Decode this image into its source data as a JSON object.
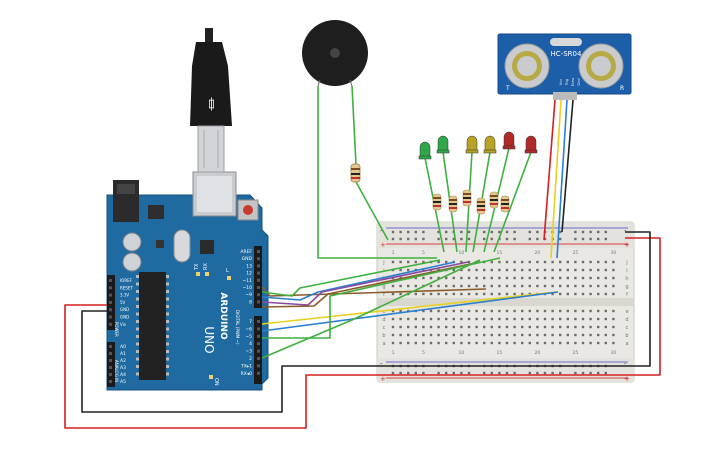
{
  "sensor": {
    "model": "HC-SR04",
    "corner_left": "T",
    "corner_right": "R",
    "pins": [
      "Vcc",
      "Trig",
      "Echo",
      "Gnd"
    ]
  },
  "arduino": {
    "brand": "ARDUINO",
    "model": "UNO",
    "on_label": "ON",
    "tx_label": "TX",
    "rx_label": "RX",
    "l_label": "L",
    "power_header": "POWER",
    "analog_header": "ANALOG IN",
    "digital_header": "DIGITAL (PWM ~)",
    "power_pins": [
      "IOREF",
      "RESET",
      "3.3V",
      "5V",
      "GND",
      "GND",
      "Vin"
    ],
    "analog_pins": [
      "A0",
      "A1",
      "A2",
      "A3",
      "A4",
      "A5"
    ],
    "digital_pins_top": [
      "AREF",
      "GND",
      "13",
      "12",
      "~11",
      "~10",
      "~9",
      "8"
    ],
    "digital_pins_bottom": [
      "7",
      "~6",
      "~5",
      "4",
      "~3",
      "2",
      "TX▸1",
      "RX◂0"
    ]
  },
  "breadboard": {
    "rail_plus": "+",
    "rail_minus": "-",
    "row_letters_top": [
      "j",
      "i",
      "h",
      "g",
      "f"
    ],
    "row_letters_bottom": [
      "e",
      "d",
      "c",
      "b",
      "a"
    ],
    "column_numbers": [
      "1",
      "5",
      "10",
      "15",
      "20",
      "25",
      "30"
    ]
  },
  "leds": [
    {
      "color": "#2fa84a",
      "name": "green"
    },
    {
      "color": "#2fa84a",
      "name": "green"
    },
    {
      "color": "#b8a228",
      "name": "yellow"
    },
    {
      "color": "#b8a228",
      "name": "yellow"
    },
    {
      "color": "#b02a2a",
      "name": "red"
    },
    {
      "color": "#b02a2a",
      "name": "red"
    }
  ],
  "colors": {
    "arduino_blue": "#1f6aa0",
    "wire_green": "#3fb03f",
    "wire_red": "#d42020",
    "wire_black": "#222222",
    "wire_yellow": "#e8d020",
    "wire_blue": "#2a7fd0",
    "wire_purple": "#8a4aa0",
    "wire_brown": "#8a5a2a",
    "breadboard": "#ecebe6",
    "sensor_blue": "#1d5ea8"
  }
}
